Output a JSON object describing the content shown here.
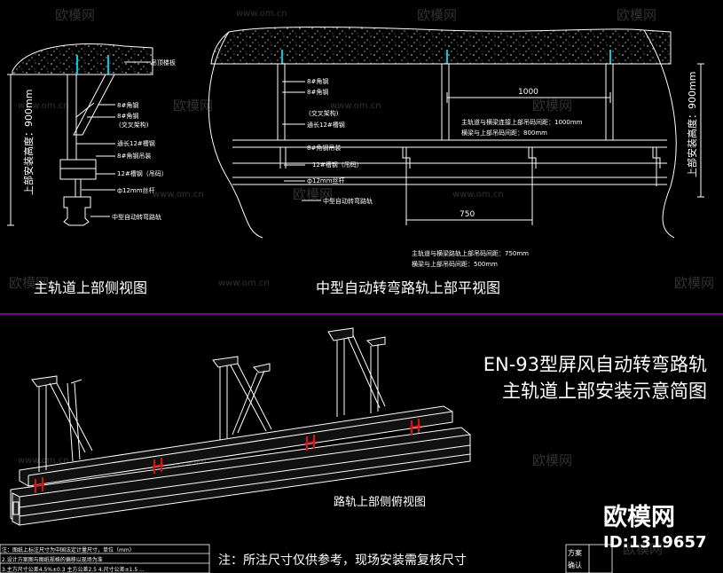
{
  "watermark": {
    "site": "www.om.cn",
    "brand": "欧模网"
  },
  "side_view": {
    "title": "主轨道上部侧视图",
    "height_label": "上部安装高度：900mm",
    "labels": [
      "吊顶楼板",
      "8#角钢",
      "8#角钢",
      "(交叉架构)",
      "通长12#槽钢",
      "8#角钢吊装",
      "12#槽钢（吊码）",
      "ф12mm丝杆",
      "中型自动转弯路轨"
    ]
  },
  "plan_view": {
    "title": "中型自动转弯路轨上部平视图",
    "dim_top": "1000",
    "dim_bottom": "750",
    "height_label": "上部安装高度：900mm",
    "labels": [
      "8#角钢",
      "8#角钢",
      "(交叉架构)",
      "通长12#槽钢",
      "8#角钢吊装",
      "12#槽钢（吊码）",
      "ф12mm丝杆",
      "中型自动转弯路轨"
    ],
    "note_top_1": "主轨道与横梁连接上部吊码间距：1000mm",
    "note_top_2": "横梁与上部吊码间距：800mm",
    "note_bottom_1": "主轨道与横梁路轨上部吊码间距：750mm",
    "note_bottom_2": "横梁与上部吊码间距：500mm"
  },
  "main_title": {
    "line1": "EN-93型屏风自动转弯路轨",
    "line2": "主轨道上部安装示意简图"
  },
  "iso_view": {
    "title": "路轨上部侧俯视图"
  },
  "footer": {
    "note": "注：所注尺寸仅供参考，现场安装需复核尺寸",
    "table_rows": [
      "注：图纸上标注尺寸为中国法定计量尺寸，单位（mm）",
      "2.设计方案图与图纸规格的偏移以现场为准",
      "3.主方尺寸公差4.5%±0.3  主方公差2.5  4.尺寸公差±1.5 ..."
    ],
    "approval_labels": [
      "方案",
      "确认"
    ]
  },
  "brand_stamp": {
    "name": "欧模网",
    "id": "ID:1319657"
  },
  "colors": {
    "background": "#000000",
    "line": "#ffffff",
    "divider": "#a000c0",
    "post_cyan": "#00c8e0",
    "hanger_red": "#e01010"
  }
}
